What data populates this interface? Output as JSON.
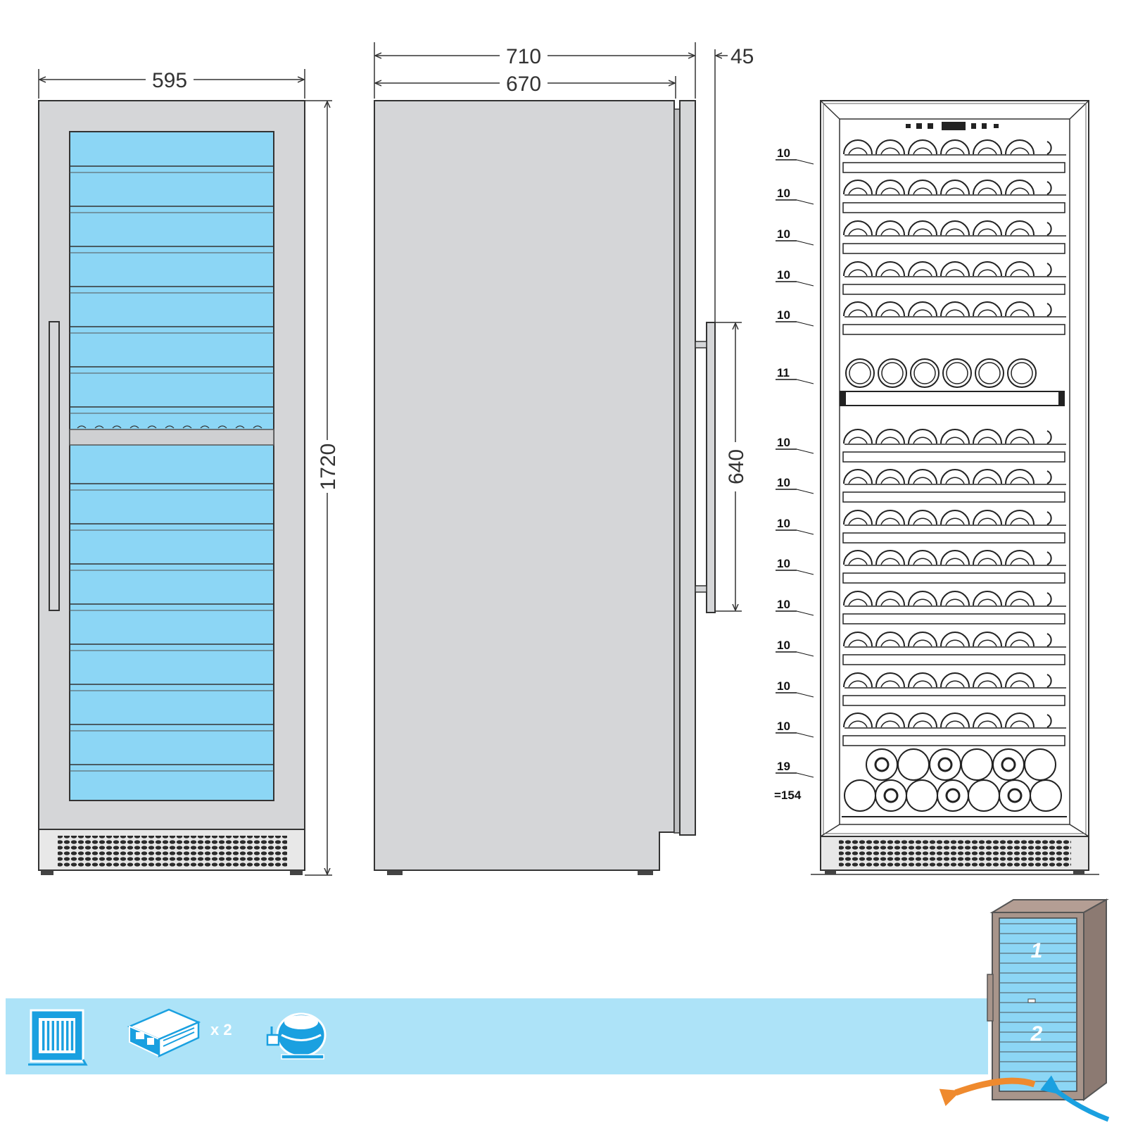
{
  "dimensions": {
    "width": "595",
    "height": "1720",
    "depth_total": "710",
    "depth_body": "670",
    "door_offset": "45",
    "handle_length": "640"
  },
  "shelf_counts": [
    "10",
    "10",
    "10",
    "10",
    "10",
    "11",
    "10",
    "10",
    "10",
    "10",
    "10",
    "10",
    "10",
    "10",
    "19"
  ],
  "total_count": "=154",
  "zones": {
    "upper": "1",
    "lower": "2"
  },
  "icons": {
    "glass_door": "glass-door-icon",
    "thermostat": "thermostat-module-icon",
    "thermostat_qty": "x 2",
    "compressor": "compressor-icon"
  },
  "colors": {
    "glass": "#8cd6f5",
    "panel": "#d5d6d8",
    "band": "#ade3f8",
    "exhaust_arrow": "#ef8a2e",
    "intake_arrow": "#1aa0e0"
  }
}
